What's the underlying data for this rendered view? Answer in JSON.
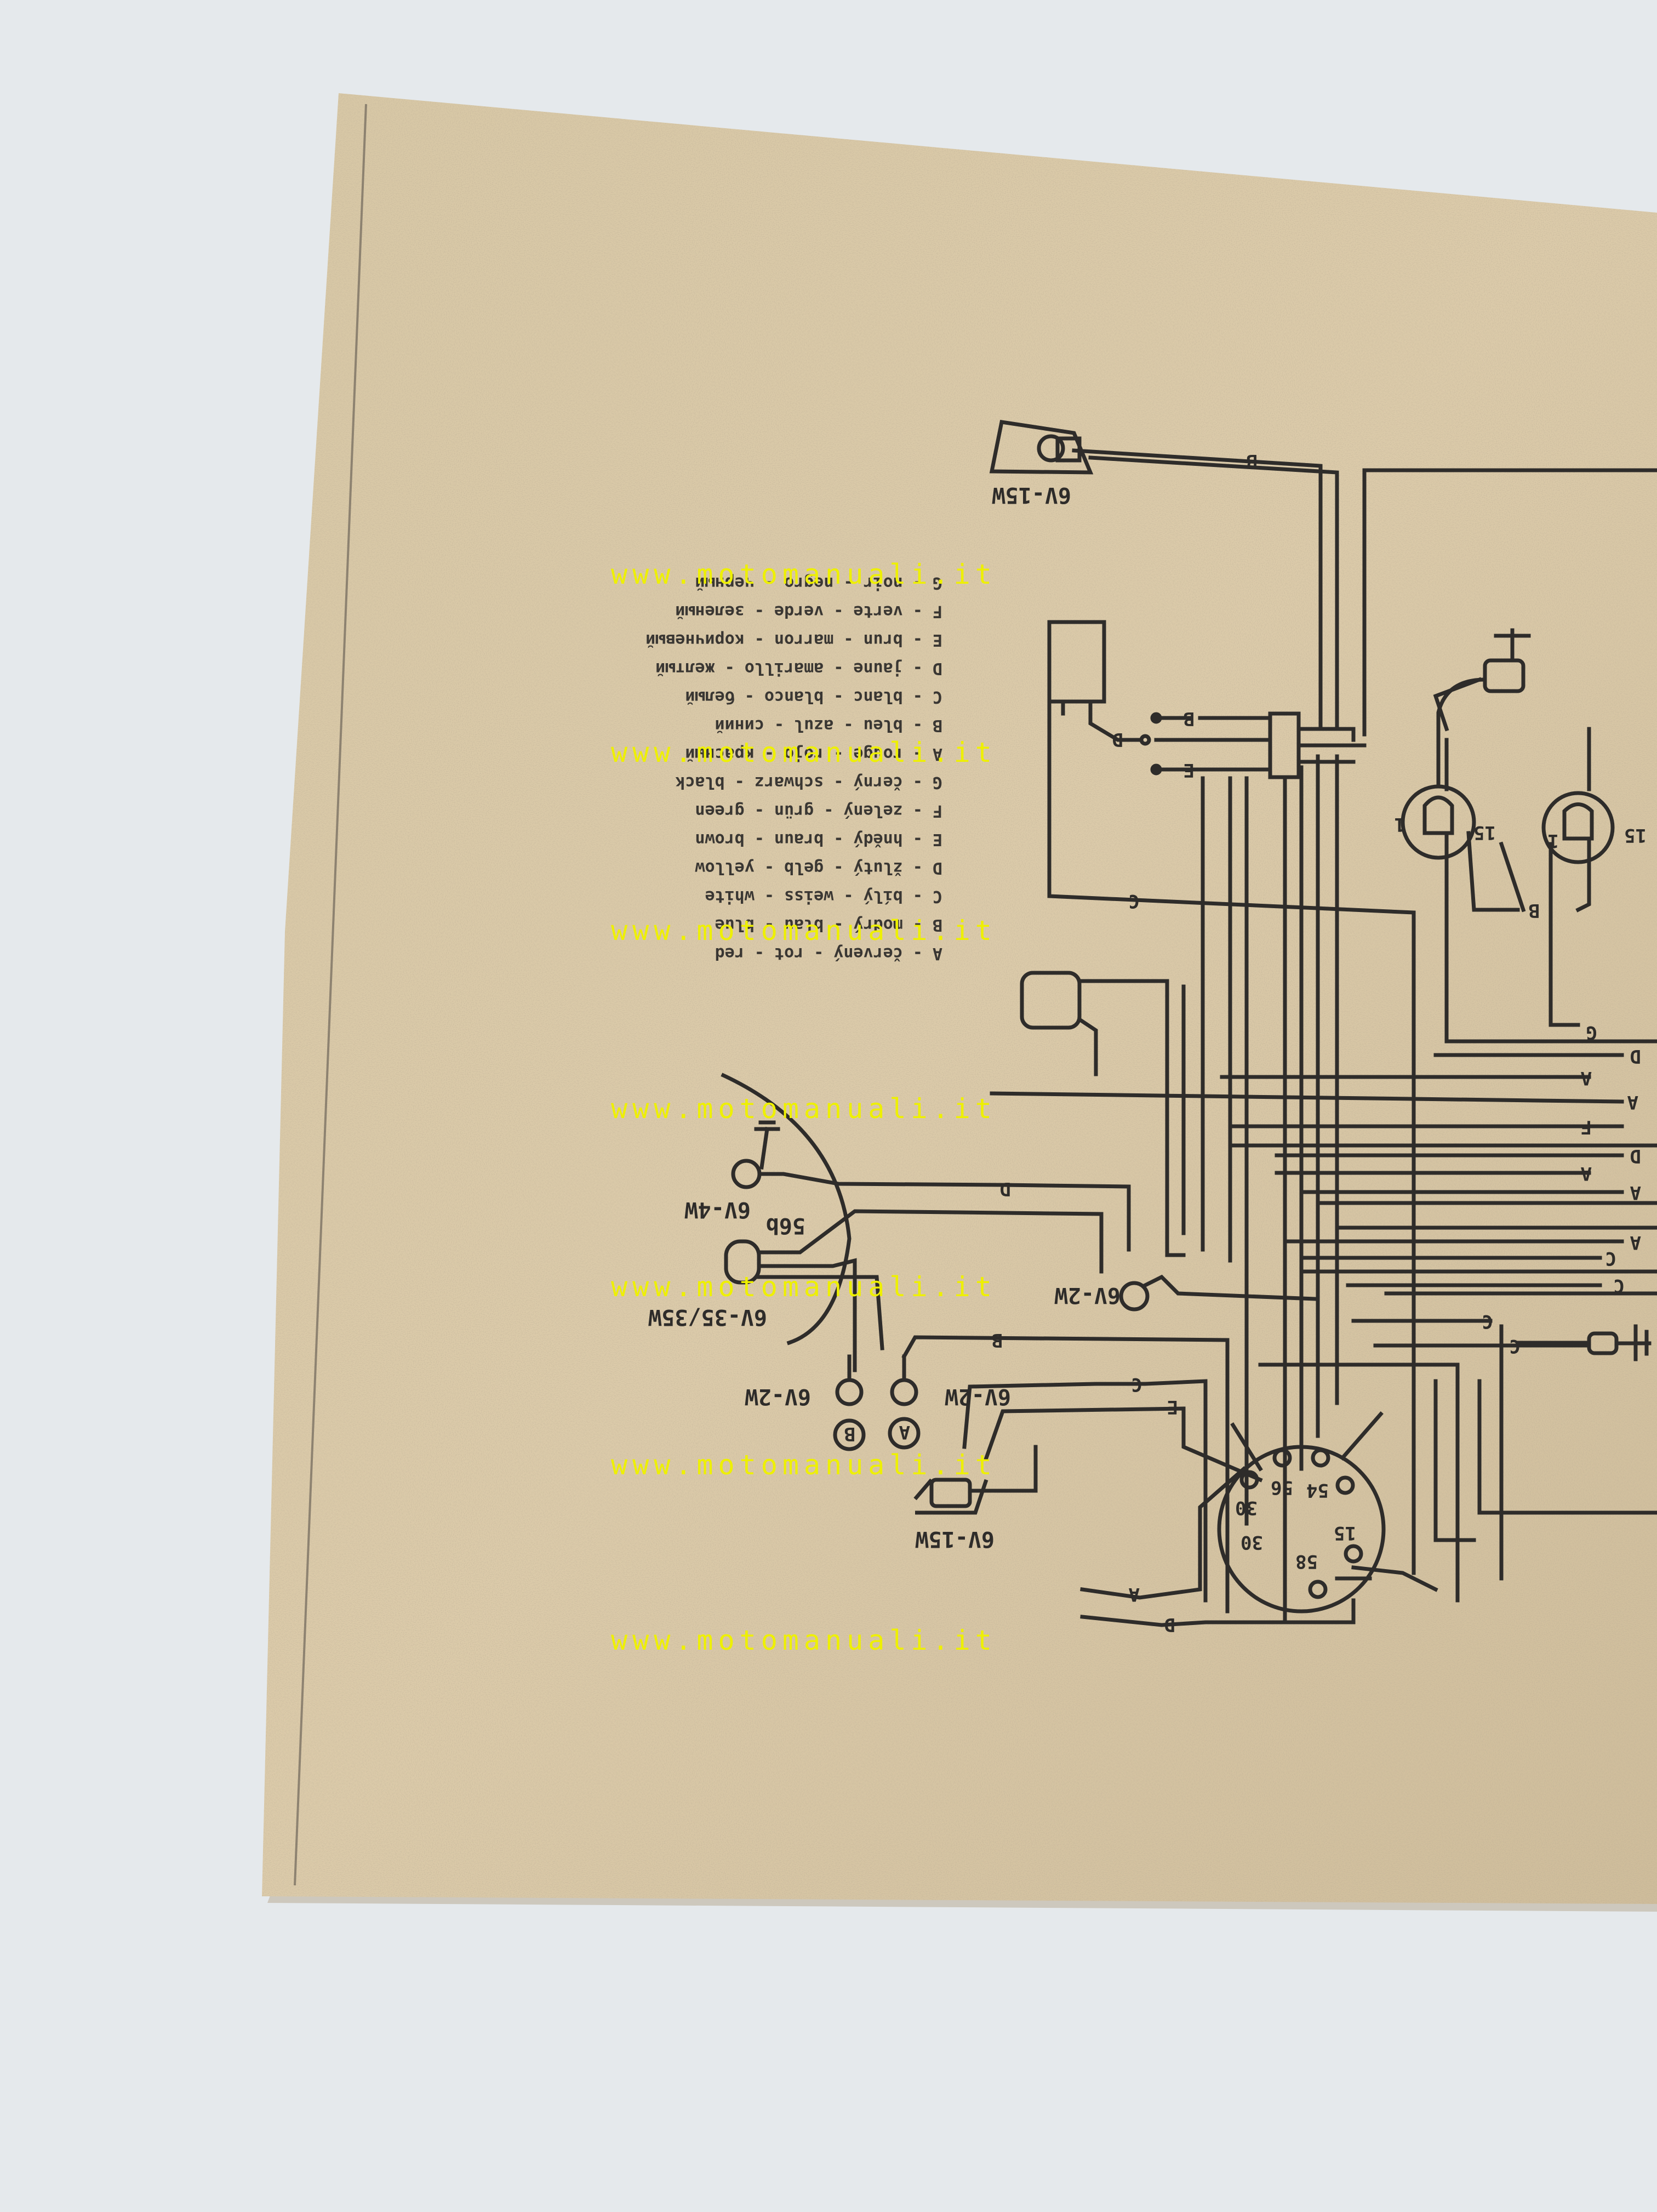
{
  "watermark": "www.motomanuali.it",
  "colors": {
    "background": "#e5e9ec",
    "paper": "#d9c8a8",
    "ink": "#2e2c2a",
    "watermark": "#eef000"
  },
  "legend": [
    "A - červený - rot - red",
    "B - modrý - blau - blue",
    "C - bílý - weiss - white",
    "D - žlutý - gelb - yellow",
    "E - hnědý - braun - brown",
    "F - zelený - grün - green",
    "G - černý - schwarz - black",
    "A - rouge - rojo - красный",
    "B - bleu - azul - синий",
    "C - blanc - blanco - белый",
    "D - jaune - amarillo - желтый",
    "E - brun - marron - коричневый",
    "F - verte - verde - зеленый",
    "G - noir - negro - черный"
  ],
  "components": {
    "top_lamp": "6V-15W",
    "bottom_lamp": "6V-15W",
    "small_lamp": "6V-4W",
    "headlamp": "6V-35/35W",
    "headlamp_terminal": "56b",
    "indicator_lamp": "6V-2W",
    "lamp_a": "6V-2W",
    "lamp_b": "6V-2W",
    "lamp_a_badge": "A",
    "lamp_b_badge": "B",
    "coil_left_terminal": "1",
    "coil_right_terminal": "15",
    "coil2_left_terminal": "1",
    "coil2_right_terminal": "15"
  },
  "switch_terminals": [
    "30",
    "30",
    "56",
    "54",
    "15",
    "58"
  ],
  "wire_labels": {
    "top_b": "B",
    "conn_b": "B",
    "conn_d": "D",
    "conn_e": "E",
    "coil_b": "B",
    "mid_c": "C",
    "lamp_d": "D",
    "lamp_b_wire": "B",
    "lamp_c_wire": "C",
    "lamp_e_wire": "E",
    "bottom_a": "A",
    "bottom_d": "D",
    "right_g": "G",
    "right_d1": "D",
    "right_a1": "A",
    "right_a2": "A",
    "right_f": "F",
    "right_d2": "D",
    "right_a3": "A",
    "right_a4": "A",
    "right_a5": "A",
    "right_c1": "C",
    "right_c2": "C",
    "right_c3": "C",
    "right_c4": "C"
  }
}
